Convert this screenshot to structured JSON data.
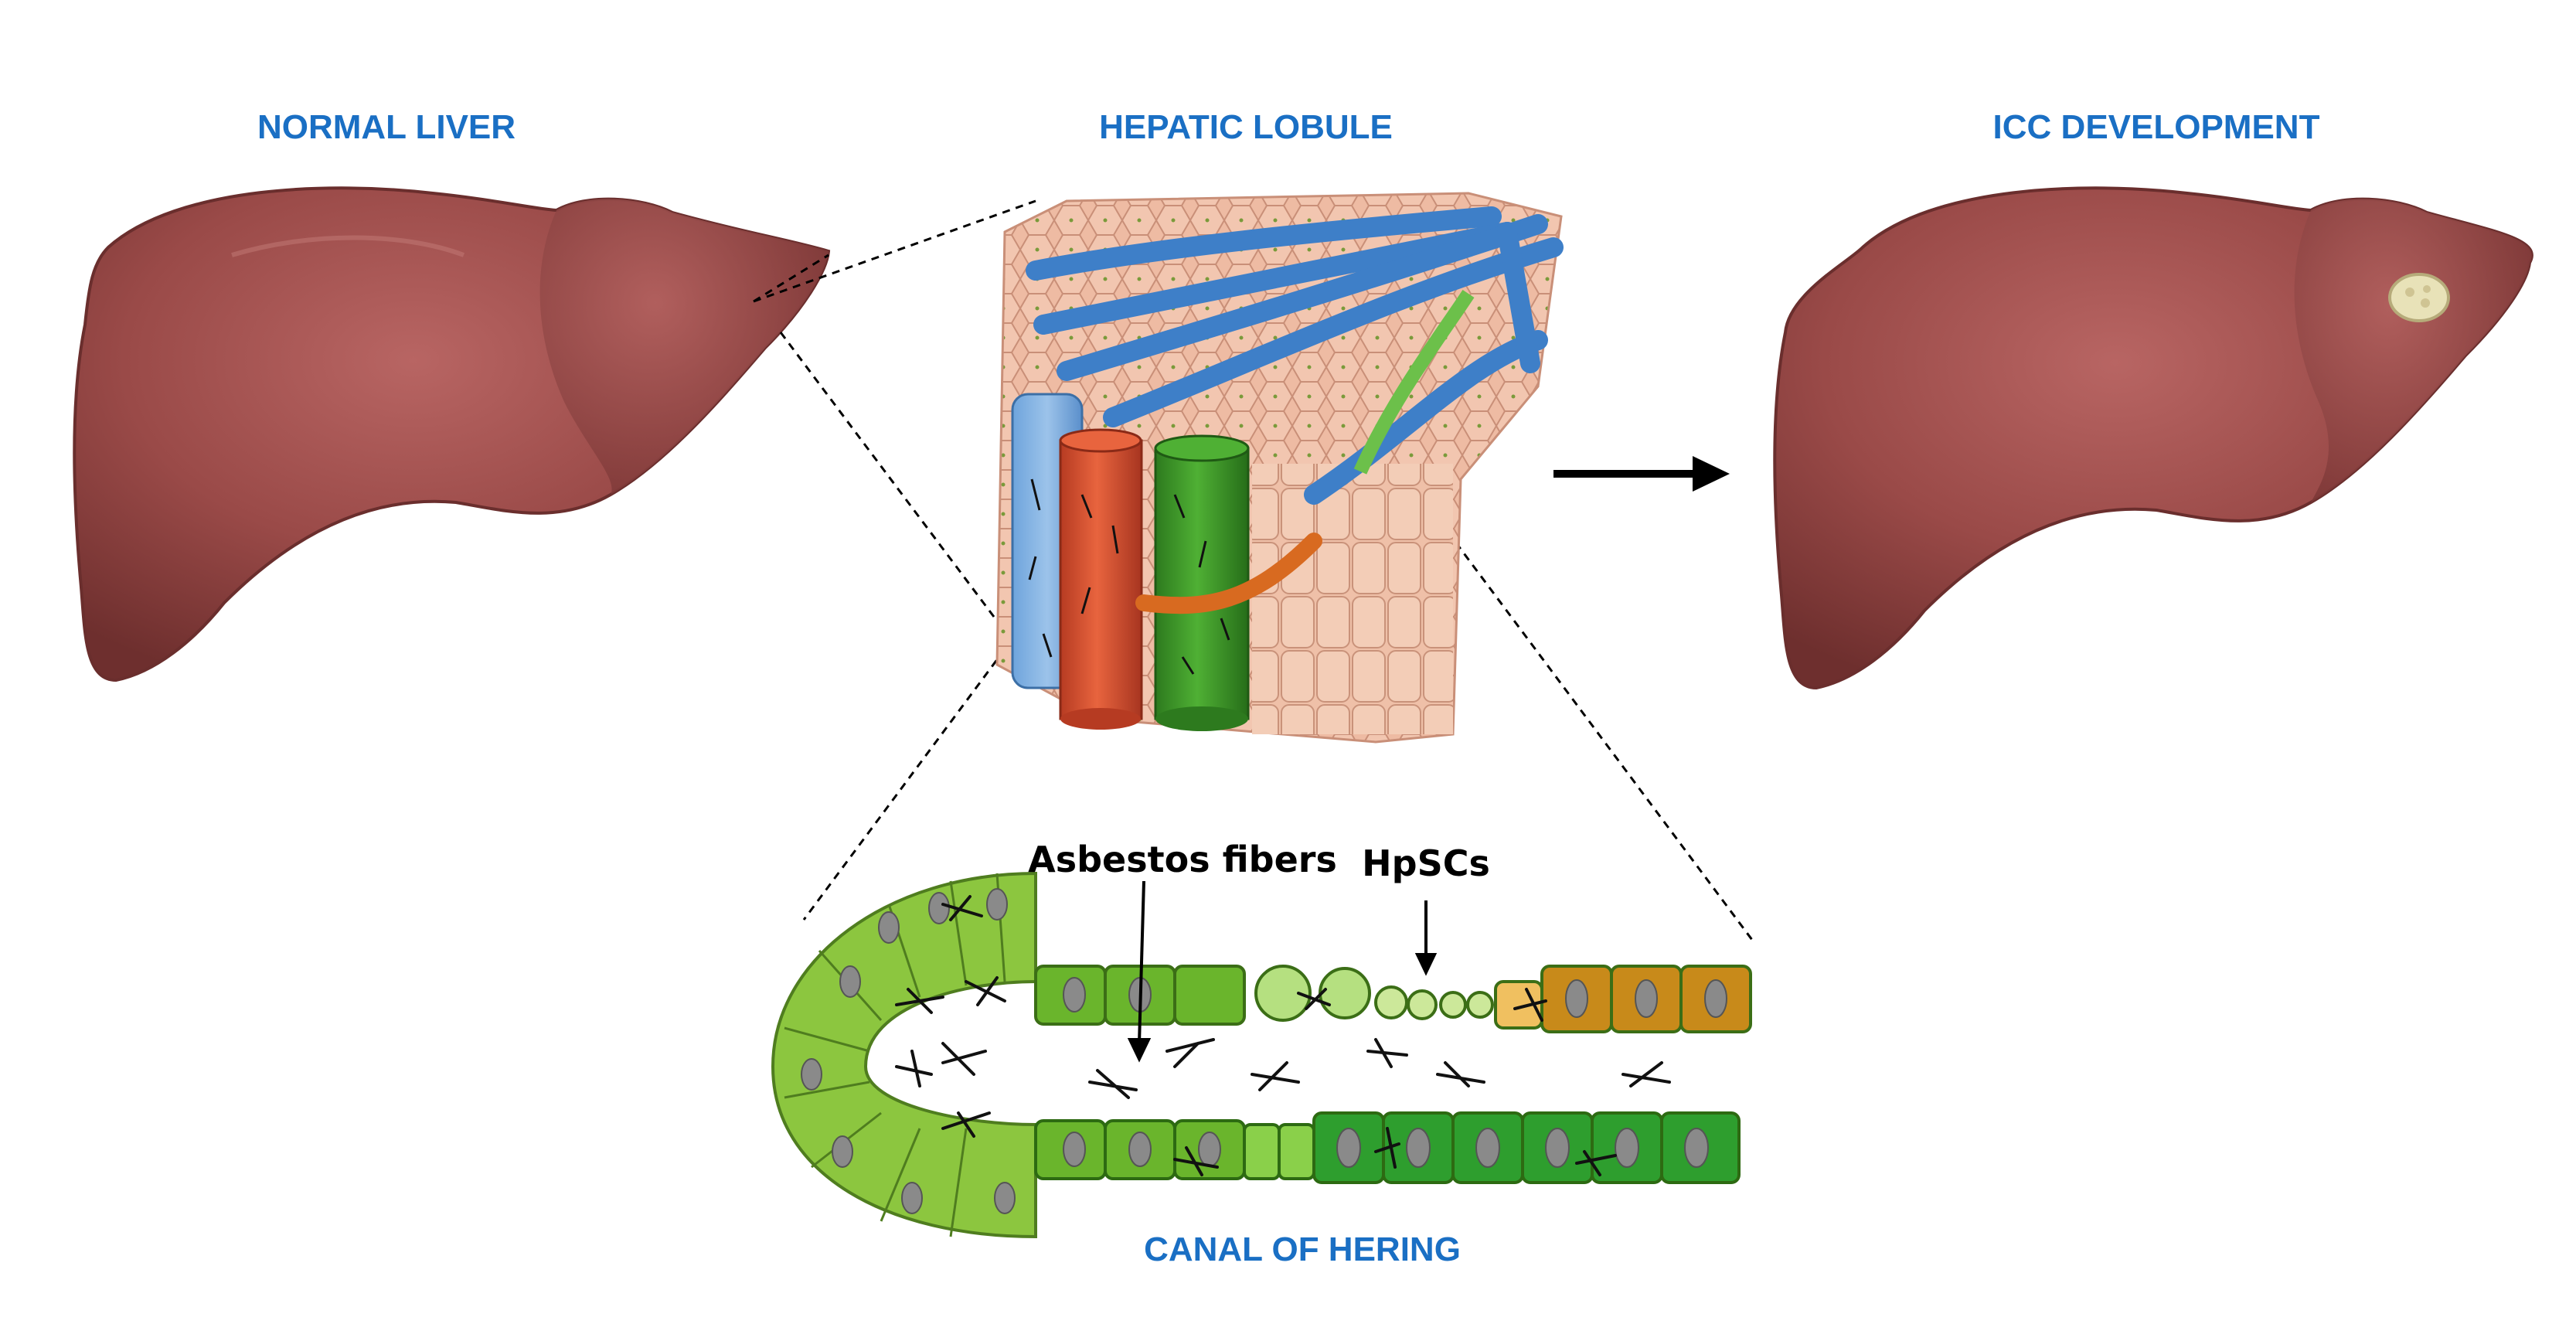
{
  "titles": {
    "normal_liver": "NORMAL LIVER",
    "hepatic_lobule": "HEPATIC LOBULE",
    "icc_development": "ICC DEVELOPMENT",
    "canal_of_hering": "CANAL OF HERING"
  },
  "labels": {
    "asbestos_fibers": "Asbestos fibers",
    "hpscs": "HpSCs"
  },
  "colors": {
    "title": "#1a6fc4",
    "liver": "#9a4a48",
    "hepatocyte": "#efb8a0",
    "portal_vein_blue": "#3e7fc8",
    "hepatic_artery_red": "#d9502f",
    "bile_duct_green": "#3e9a2a",
    "cholangiocyte_light": "#8cc63f",
    "cholangiocyte_dark": "#2e9e2e",
    "hepatocyte_brown": "#c88a1a",
    "tumor": "#e8e2b8"
  }
}
